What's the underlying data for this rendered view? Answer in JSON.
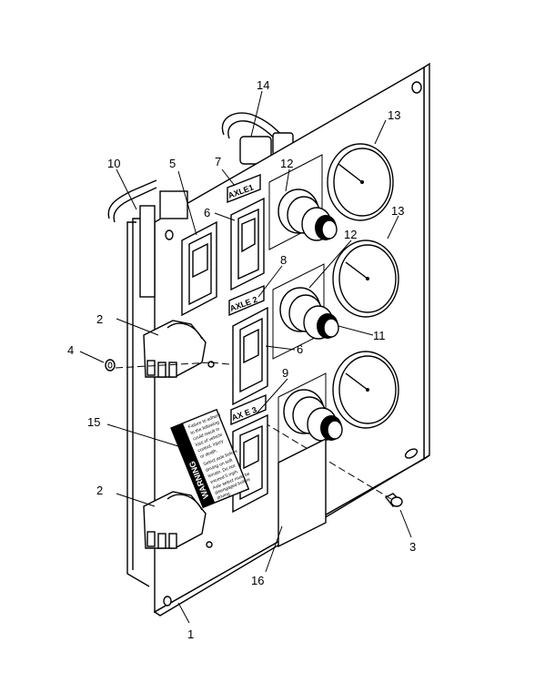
{
  "plate_labels": {
    "axle1": "AXLE1",
    "axle2": "AXLE 2",
    "axle3": "AX  E 3"
  },
  "warning_label": {
    "title": "WARNING",
    "lines": [
      "Failure to adhere",
      "to the following",
      "could result in",
      "loss of vehicle",
      "control, injury",
      "or death.",
      "Select axle before",
      "driving on soft",
      "terrain. Do not",
      "exceed 5 mph.",
      "Axle select must be",
      "disengaged before",
      "driving."
    ]
  },
  "callouts": [
    {
      "id": "1",
      "text": "1"
    },
    {
      "id": "2a",
      "text": "2"
    },
    {
      "id": "2b",
      "text": "2"
    },
    {
      "id": "3",
      "text": "3"
    },
    {
      "id": "4",
      "text": "4"
    },
    {
      "id": "5",
      "text": "5"
    },
    {
      "id": "6a",
      "text": "6"
    },
    {
      "id": "6b",
      "text": "6"
    },
    {
      "id": "7",
      "text": "7"
    },
    {
      "id": "8",
      "text": "8"
    },
    {
      "id": "9",
      "text": "9"
    },
    {
      "id": "10",
      "text": "10"
    },
    {
      "id": "11",
      "text": "11"
    },
    {
      "id": "12a",
      "text": "12"
    },
    {
      "id": "12b",
      "text": "12"
    },
    {
      "id": "13a",
      "text": "13"
    },
    {
      "id": "13b",
      "text": "13"
    },
    {
      "id": "14",
      "text": "14"
    },
    {
      "id": "15",
      "text": "15"
    },
    {
      "id": "16",
      "text": "16"
    }
  ]
}
